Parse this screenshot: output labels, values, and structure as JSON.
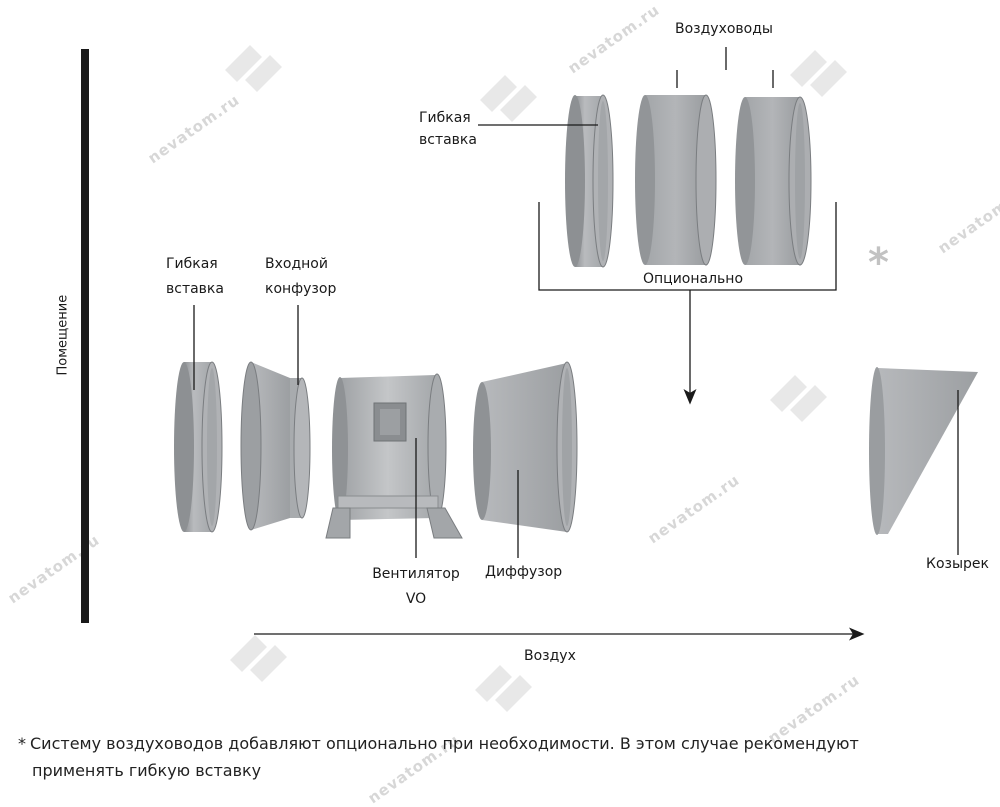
{
  "labels": {
    "room": "Помещение",
    "ducts": "Воздуховоды",
    "flex_top_line1": "Гибкая",
    "flex_top_line2": "вставка",
    "optional": "Опционально",
    "flex_left_line1": "Гибкая",
    "flex_left_line2": "вставка",
    "inlet_line1": "Входной",
    "inlet_line2": "конфузор",
    "fan_line1": "Вентилятор",
    "fan_line2": "VO",
    "diffuser": "Диффузор",
    "hood": "Козырек",
    "air": "Воздух",
    "star": "*"
  },
  "footnote": {
    "asterisk": "*",
    "line1": "Системy воздуховодов добавляют опционально при необходимости. В этом случае рекомендуют",
    "line2": "применять гибкую вставку"
  },
  "watermark": {
    "text": "nevatom.ru"
  },
  "colors": {
    "metal_light": "#b5b7ba",
    "metal_mid": "#9fa2a5",
    "metal_dark": "#7d8083",
    "line": "#1a1a1a",
    "watermark": "#d7d7d7",
    "star": "#c2c2c2"
  }
}
